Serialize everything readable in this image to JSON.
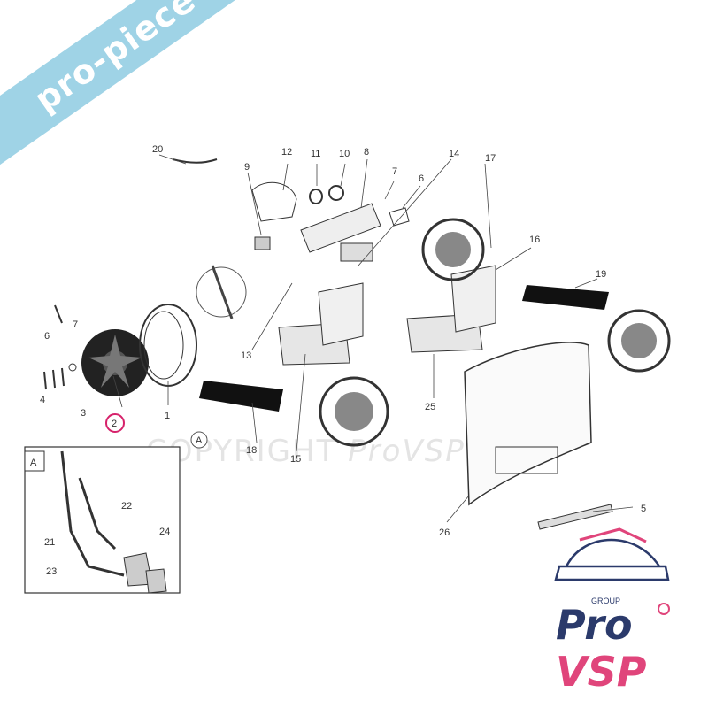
{
  "callouts": {
    "c1": "1",
    "c2": "2",
    "c3": "3",
    "c4": "4",
    "c5": "5",
    "c6a": "6",
    "c6b": "6",
    "c7a": "7",
    "c7b": "7",
    "c8": "8",
    "c9": "9",
    "c10": "10",
    "c11": "11",
    "c12": "12",
    "c13": "13",
    "c14": "14",
    "c15": "15",
    "c16": "16",
    "c17": "17",
    "c18": "18",
    "c19": "19",
    "c20": "20",
    "c21": "21",
    "c22": "22",
    "c23": "23",
    "c24": "24",
    "c25": "25",
    "c26": "26",
    "cA1": "A",
    "cA2": "A"
  },
  "banner": {
    "text": "pro-piece-vsp.com"
  },
  "watermark": {
    "prefix": "COPYRIGHT",
    "brand": "ProVSP"
  },
  "logo": {
    "group": "GROUP",
    "line1": "Pro",
    "line2": "VSP"
  },
  "colors": {
    "highlight": "#d6216a",
    "banner": "#9fd3e6",
    "logo_dark": "#2b3a6b",
    "logo_pink": "#e0457b"
  }
}
